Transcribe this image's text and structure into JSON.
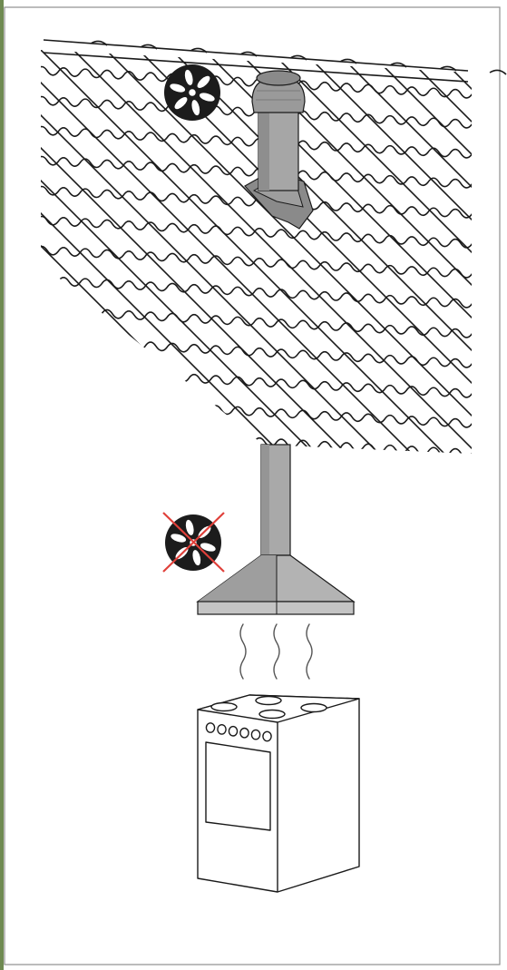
{
  "diagram": {
    "kind": "roof-vent-vs-hood-illustration",
    "colors": {
      "line": "#1a1a1a",
      "frame": "#8f8f8f",
      "vent_body": "#a6a6a6",
      "vent_dark": "#7d7d7d",
      "hood": "#b3b3b3",
      "hood_dark": "#9a9a9a",
      "fan_fill": "#1c1c1c",
      "cross": "#e0403a",
      "left_strip": "#6f8a52"
    },
    "icons": {
      "fan_ok": "fan-icon",
      "fan_crossed": "fan-crossed-icon",
      "roof_vent": "roof-vent-pipe-icon",
      "hood": "range-hood-icon",
      "stove": "stove-icon"
    },
    "stove_knobs": 6,
    "steam_lines": 3
  }
}
